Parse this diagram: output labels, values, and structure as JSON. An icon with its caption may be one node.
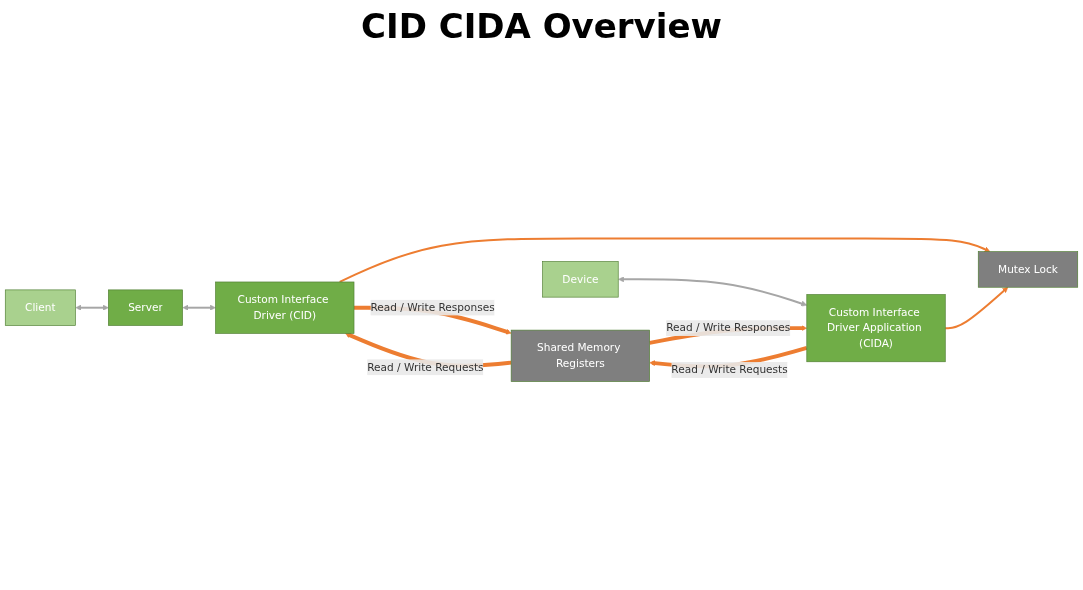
{
  "diagram": {
    "title": "CID CIDA Overview",
    "nodes": [
      {
        "text": [
          "Client"
        ]
      },
      {
        "text": [
          "Server"
        ]
      },
      {
        "text": [
          "Custom Interface Driver (CID)"
        ]
      },
      {
        "text": [
          "Mutex Lock"
        ]
      },
      {
        "text": [
          "Shared Memory Registers"
        ]
      },
      {
        "text": [
          "Device"
        ]
      },
      {
        "text": [
          "Custom Interface Driver Application (CIDA)"
        ]
      }
    ],
    "edges": [
      {
        "from": 0,
        "to": 1,
        "arrow": "both",
        "color": "#a6a6a6"
      },
      {
        "from": 1,
        "to": 2,
        "arrow": "both",
        "color": "#a6a6a6"
      },
      {
        "from": 2,
        "to": 3,
        "arrow": "to"
      },
      {
        "from": 6,
        "to": 3,
        "arrow": "to"
      },
      {
        "from": 4,
        "to": 2,
        "arrow": "to",
        "label": "Read / Write Requests",
        "style": "thick"
      },
      {
        "from": 2,
        "to": 4,
        "arrow": "to",
        "label": "Read / Write Responses",
        "style": "thick"
      },
      {
        "from": 6,
        "to": 4,
        "arrow": "to",
        "label": "Read / Write Requests",
        "style": "thick"
      },
      {
        "from": 4,
        "to": 6,
        "arrow": "to",
        "label": "Read / Write Responses",
        "style": "thick"
      },
      {
        "from": 5,
        "to": 6,
        "arrow": "both",
        "color": "#a6a6a6"
      }
    ]
  }
}
